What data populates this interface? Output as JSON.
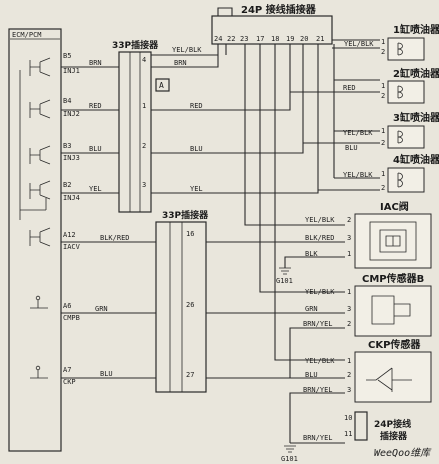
{
  "ecm": {
    "label": "ECM/PCM",
    "pins": [
      {
        "pin": "B5",
        "name": "INJ1"
      },
      {
        "pin": "B4",
        "name": "INJ2"
      },
      {
        "pin": "B3",
        "name": "INJ3"
      },
      {
        "pin": "B2",
        "name": "INJ4"
      },
      {
        "pin": "A12",
        "name": "IACV"
      },
      {
        "pin": "A6",
        "name": "CMPB"
      },
      {
        "pin": "A7",
        "name": "CKP"
      }
    ]
  },
  "connectors": {
    "c24p": {
      "title": "24P 接线插接器",
      "pins": [
        "24",
        "22",
        "23",
        "17",
        "18",
        "19",
        "20",
        "21"
      ]
    },
    "c33p_top": {
      "title": "33P插接器",
      "pins": [
        "4",
        "1",
        "2",
        "3"
      ]
    },
    "c33p_bottom": {
      "title": "33P插接器",
      "pins": [
        "16",
        "26",
        "27"
      ]
    },
    "box_a": "A"
  },
  "wires": {
    "brn": "BRN",
    "red": "RED",
    "blu": "BLU",
    "yel": "YEL",
    "yel_blk": "YEL/BLK",
    "blk_red": "BLK/RED",
    "blk": "BLK",
    "grn": "GRN",
    "brn_yel": "BRN/YEL"
  },
  "injectors": [
    {
      "label": "1缸喷油器",
      "pins": [
        "1",
        "2"
      ]
    },
    {
      "label": "2缸喷油器",
      "pins": [
        "1",
        "2"
      ]
    },
    {
      "label": "3缸喷油器",
      "pins": [
        "1",
        "2"
      ]
    },
    {
      "label": "4缸喷油器",
      "pins": [
        "1",
        "2"
      ]
    }
  ],
  "iac": {
    "label": "IAC阀",
    "pins": [
      "2",
      "3",
      "1"
    ]
  },
  "cmp": {
    "label": "CMP传感器B",
    "pins": [
      "1",
      "3",
      "2"
    ]
  },
  "ckp": {
    "label": "CKP传感器",
    "pins": [
      "1",
      "2",
      "3"
    ]
  },
  "connector_24p_bottom": {
    "label_line1": "24P接线",
    "label_line2": "插接器",
    "pins": [
      "10",
      "11"
    ]
  },
  "grounds": [
    "G101",
    "G101"
  ],
  "watermark": "WeeQoo维库"
}
